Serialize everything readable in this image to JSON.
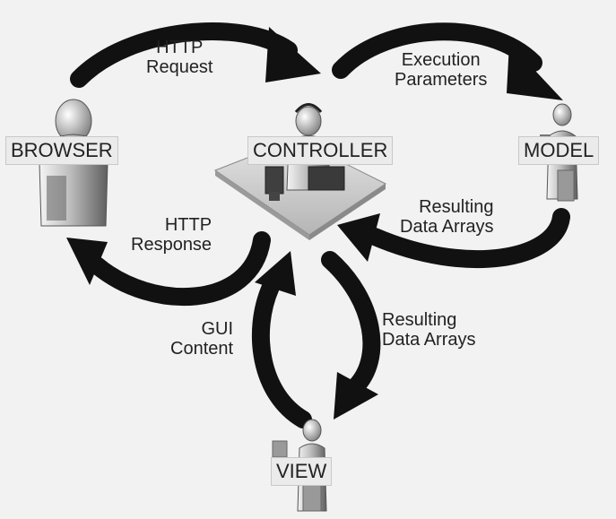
{
  "nodes": {
    "browser": "BROWSER",
    "controller": "CONTROLLER",
    "model": "MODEL",
    "view": "VIEW"
  },
  "edges": {
    "http_request": [
      "HTTP",
      "Request"
    ],
    "execution_parameters": [
      "Execution",
      "Parameters"
    ],
    "resulting_model": [
      "Resulting",
      "Data Arrays"
    ],
    "http_response": [
      "HTTP",
      "Response"
    ],
    "gui_content": [
      "GUI",
      "Content"
    ],
    "resulting_view": [
      "Resulting",
      "Data Arrays"
    ]
  },
  "colors": {
    "background": "#f2f2f2",
    "arrow": "#111111",
    "figure_dark": "#6e6e6e",
    "figure_light": "#d9d9d9",
    "desk": "#cfcfcf"
  }
}
